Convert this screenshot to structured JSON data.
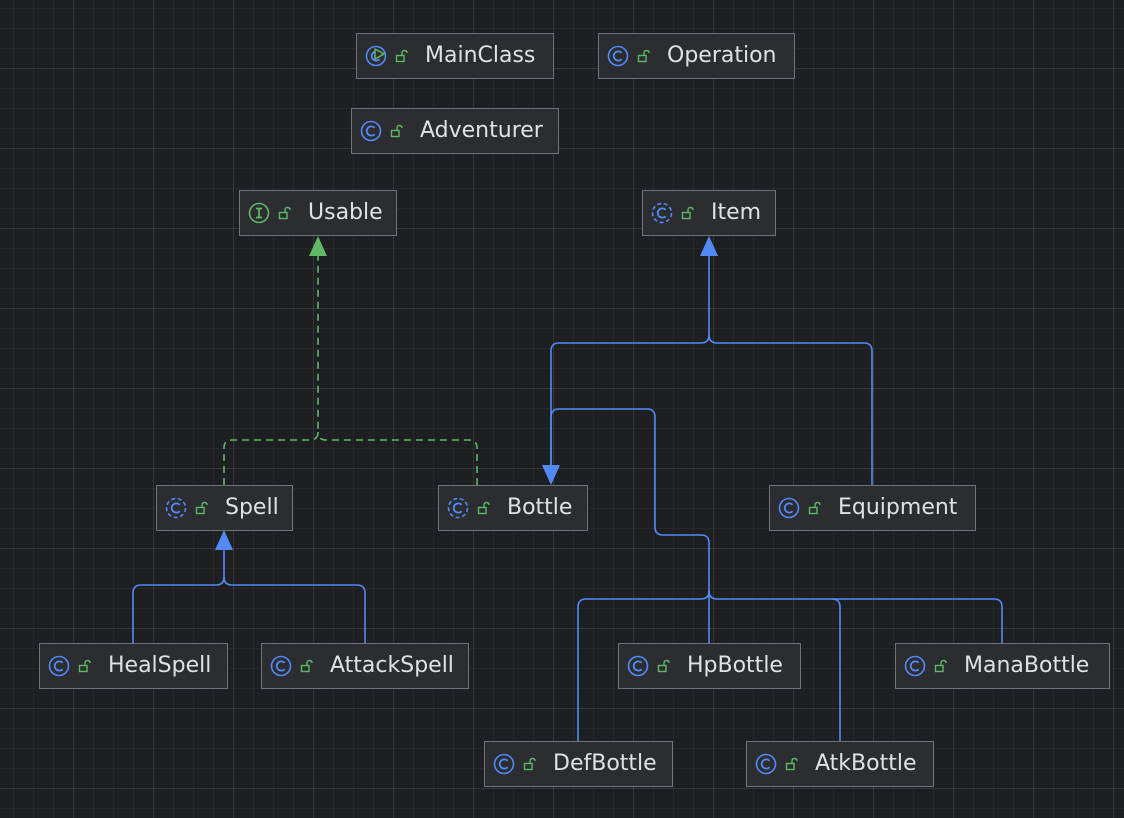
{
  "colors": {
    "background": "#1e1f22",
    "node_fill": "#2b2d30",
    "node_border": "#6f737a",
    "text": "#dfe1e5",
    "class_icon": "#548af7",
    "interface_icon": "#5fb865",
    "run_marker": "#5fb865",
    "lock_icon": "#5fb865",
    "extends_edge": "#548af7",
    "implements_edge": "#5fb865"
  },
  "nodes": {
    "mainclass": {
      "label": "MainClass",
      "icon": "class-runnable-icon"
    },
    "operation": {
      "label": "Operation",
      "icon": "class-icon"
    },
    "adventurer": {
      "label": "Adventurer",
      "icon": "class-icon"
    },
    "usable": {
      "label": "Usable",
      "icon": "interface-icon"
    },
    "item": {
      "label": "Item",
      "icon": "abstract-class-icon"
    },
    "spell": {
      "label": "Spell",
      "icon": "abstract-class-icon"
    },
    "bottle": {
      "label": "Bottle",
      "icon": "abstract-class-icon"
    },
    "equipment": {
      "label": "Equipment",
      "icon": "class-icon"
    },
    "healspell": {
      "label": "HealSpell",
      "icon": "class-icon"
    },
    "attackspell": {
      "label": "AttackSpell",
      "icon": "class-icon"
    },
    "hpbottle": {
      "label": "HpBottle",
      "icon": "class-icon"
    },
    "manabottle": {
      "label": "ManaBottle",
      "icon": "class-icon"
    },
    "defbottle": {
      "label": "DefBottle",
      "icon": "class-icon"
    },
    "atkbottle": {
      "label": "AtkBottle",
      "icon": "class-icon"
    }
  },
  "relations": [
    {
      "from": "spell",
      "to": "usable",
      "type": "implements"
    },
    {
      "from": "bottle",
      "to": "usable",
      "type": "implements"
    },
    {
      "from": "bottle",
      "to": "item",
      "type": "extends"
    },
    {
      "from": "equipment",
      "to": "item",
      "type": "extends"
    },
    {
      "from": "healspell",
      "to": "spell",
      "type": "extends"
    },
    {
      "from": "attackspell",
      "to": "spell",
      "type": "extends"
    },
    {
      "from": "hpbottle",
      "to": "bottle",
      "type": "extends"
    },
    {
      "from": "manabottle",
      "to": "bottle",
      "type": "extends"
    },
    {
      "from": "defbottle",
      "to": "bottle",
      "type": "extends"
    },
    {
      "from": "atkbottle",
      "to": "bottle",
      "type": "extends"
    }
  ]
}
